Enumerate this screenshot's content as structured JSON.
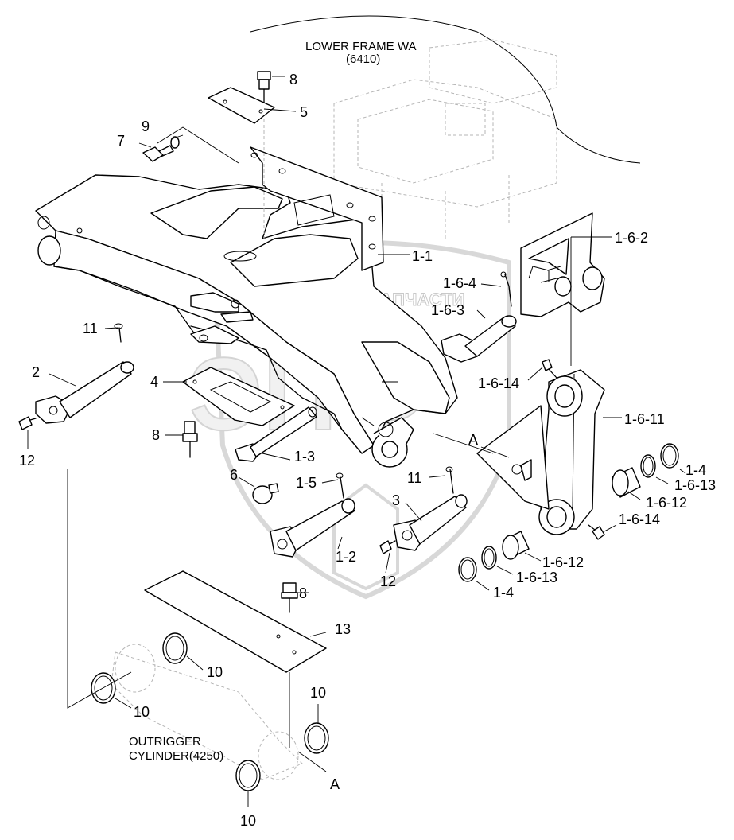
{
  "title": {
    "line1": "LOWER FRAME WA",
    "line2": "(6410)"
  },
  "cylinder_note": {
    "line1": "OUTRIGGER",
    "line2": "CYLINDER(4250)"
  },
  "watermark": {
    "text": "ТЕХНИКА ⚙ ЗАПЧАСТИ",
    "logo_letters": "ЭПФ"
  },
  "callouts": {
    "c8_top": "8",
    "c5": "5",
    "c9": "9",
    "c7": "7",
    "c1_1": "1-1",
    "c1_6_2": "1-6-2",
    "c1_6_4": "1-6-4",
    "c1_6_3": "1-6-3",
    "c11_left": "11",
    "c2": "2",
    "c4": "4",
    "c1_6_14_top": "1-6-14",
    "c1_6_11": "1-6-11",
    "c8_mid": "8",
    "c12_left": "12",
    "cA_top": "A",
    "c1_3": "1-3",
    "c6": "6",
    "c1_5": "1-5",
    "c11_mid": "11",
    "c3": "3",
    "c1_4_right": "1-4",
    "c1_6_13_right": "1-6-13",
    "c1_6_12_right": "1-6-12",
    "c1_6_14_bottom": "1-6-14",
    "c1_2": "1-2",
    "c12_mid": "12",
    "c1_6_12_left": "1-6-12",
    "c1_6_13_left": "1-6-13",
    "c1_4_left": "1-4",
    "c8_bottom": "8",
    "c13": "13",
    "c10_a": "10",
    "c10_b": "10",
    "c10_c": "10",
    "c10_d": "10",
    "cA_bottom": "A"
  }
}
